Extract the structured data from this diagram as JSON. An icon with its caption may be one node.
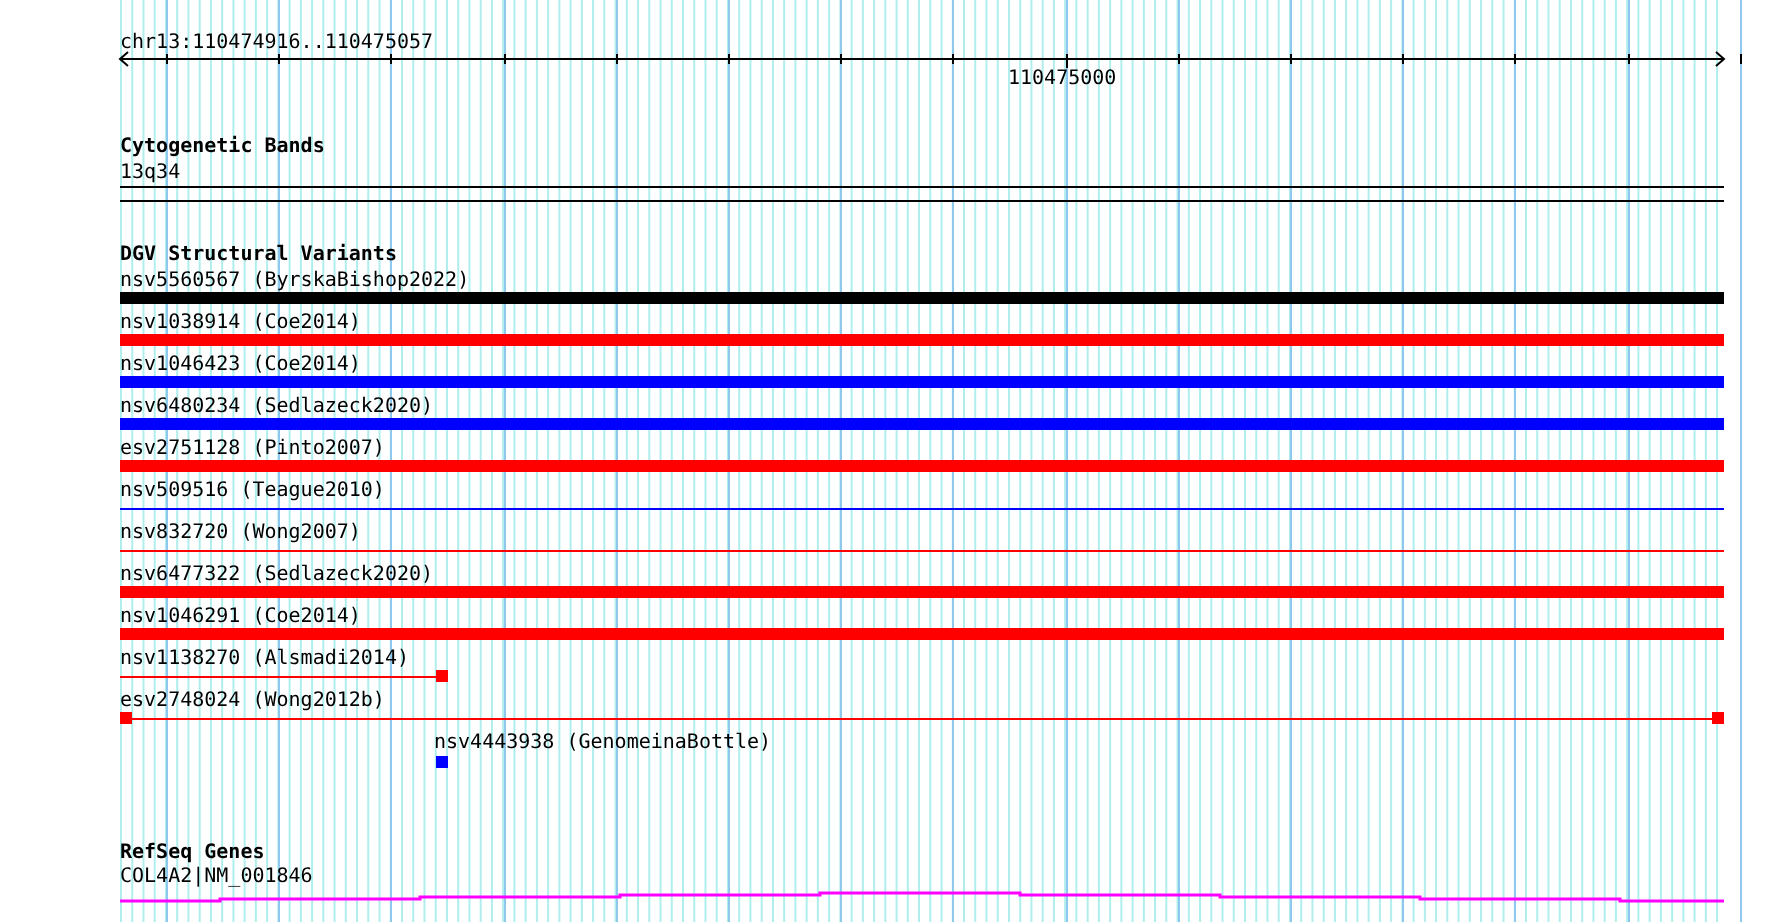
{
  "diagram": {
    "labels": [
      "chr13:110474916..110475057",
      "110475000",
      "Cytogenetic Bands",
      "13q34",
      "DGV Structural Variants",
      "nsv5560567 (ByrskaBishop2022)",
      "nsv1038914 (Coe2014)",
      "nsv1046423 (Coe2014)",
      "nsv6480234 (Sedlazeck2020)",
      "esv2751128 (Pinto2007)",
      "nsv509516 (Teague2010)",
      "nsv832720 (Wong2007)",
      "nsv6477322 (Sedlazeck2020)",
      "nsv1046291 (Coe2014)",
      "nsv1138270 (Alsmadi2014)",
      "esv2748024 (Wong2012b)",
      "nsv4443938 (GenomeinaBottle)",
      "RefSeq Genes",
      "COL4A2|NM_001846"
    ]
  }
}
